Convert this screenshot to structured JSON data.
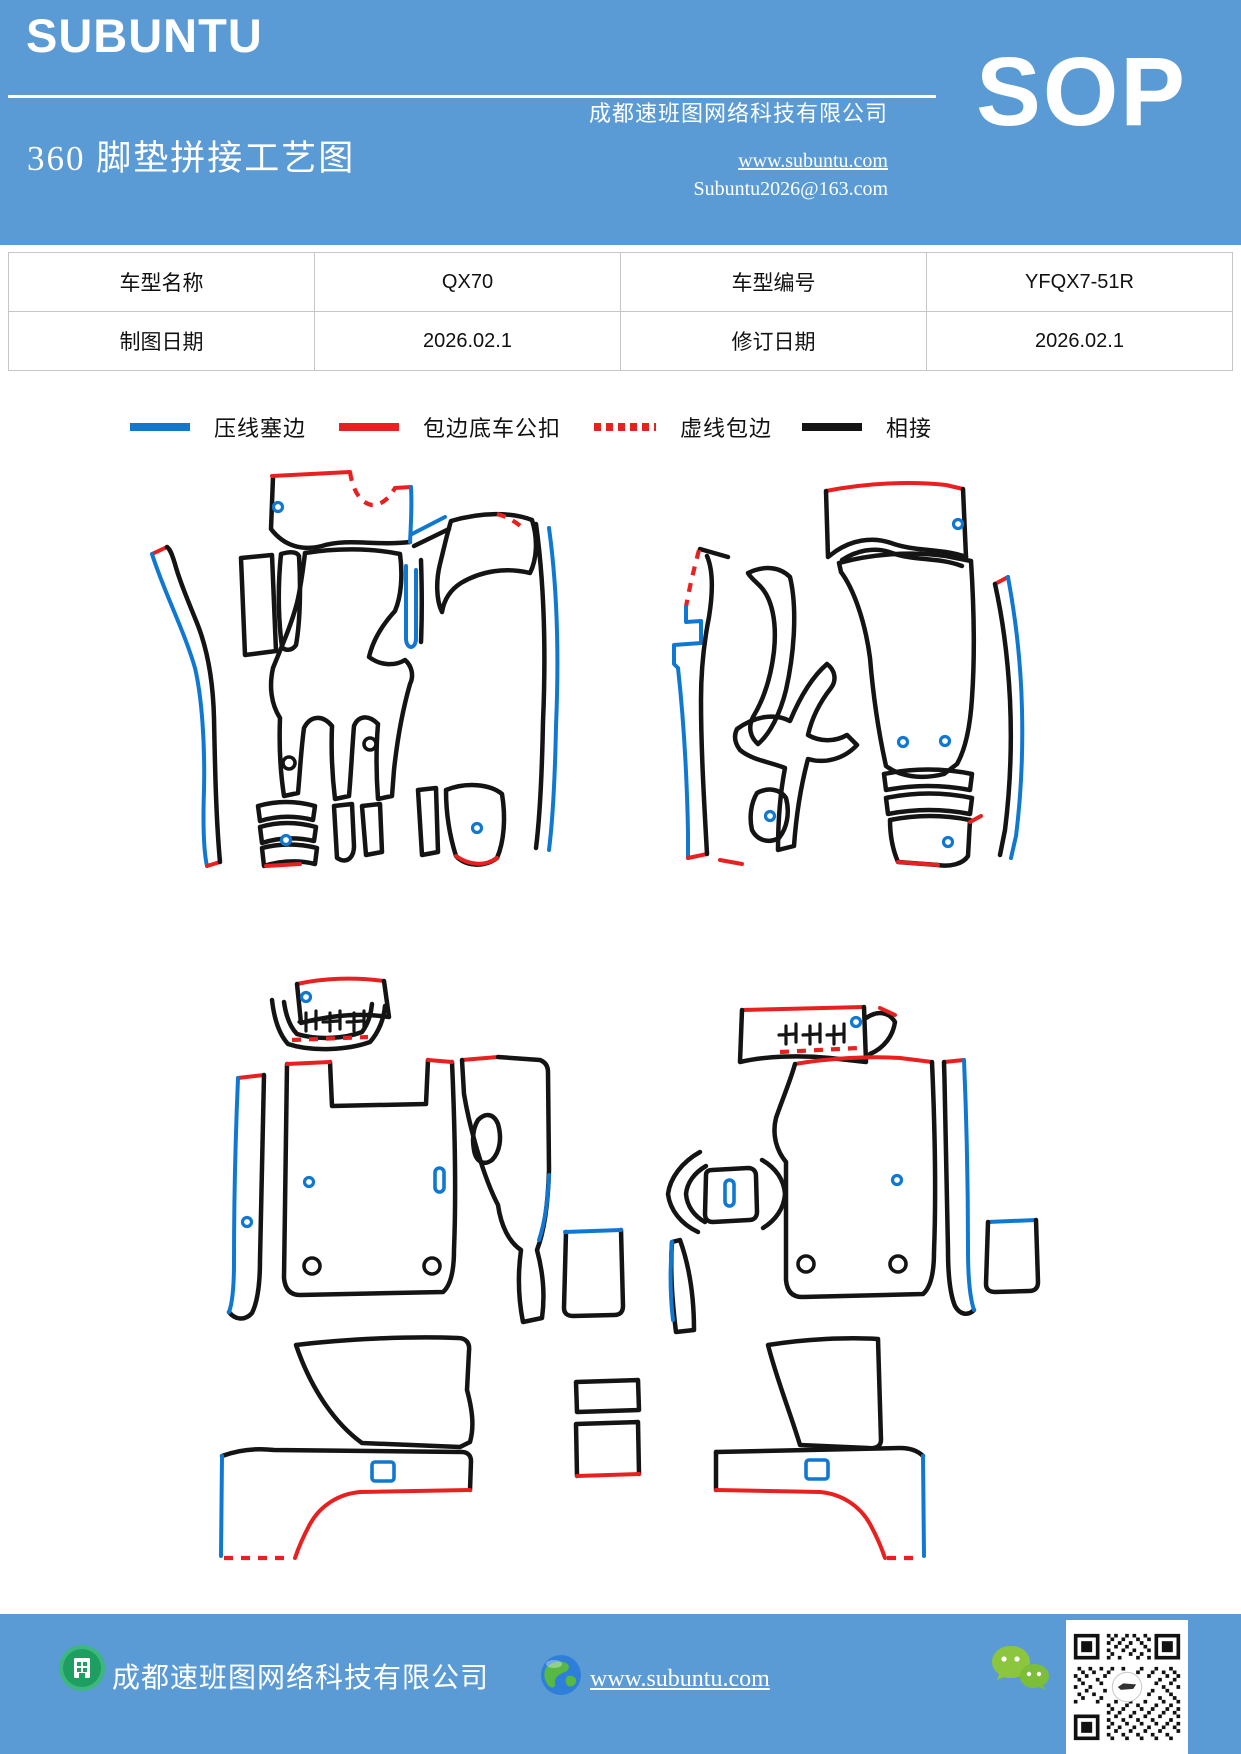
{
  "header": {
    "bg": "#5B9BD5",
    "logo": "SUBUNTU",
    "title": "360 脚垫拼接工艺图",
    "company": "成都速班图网络科技有限公司",
    "website": "www.subuntu.com",
    "email": "Subuntu2026@163.com",
    "badge": "SOP"
  },
  "info_table": {
    "rows": [
      [
        "车型名称",
        "QX70",
        "车型编号",
        "YFQX7-51R"
      ],
      [
        "制图日期",
        "2026.02.1",
        "修订日期",
        "2026.02.1"
      ]
    ]
  },
  "legend": {
    "items": [
      {
        "label": "压线塞边",
        "color": "#1178d2",
        "style": "solid"
      },
      {
        "label": "包边底车公扣",
        "color": "#e8201f",
        "style": "solid"
      },
      {
        "label": "虚线包边",
        "color": "#e8201f",
        "style": "dashed"
      },
      {
        "label": "相接",
        "color": "#141414",
        "style": "solid"
      }
    ]
  },
  "diagram": {
    "colors": {
      "outline_black": "#141414",
      "press_edge_blue": "#1178d2",
      "wrap_edge_red": "#e8201f"
    },
    "views": [
      "top-pattern-view",
      "bottom-pattern-view"
    ]
  },
  "footer": {
    "bg": "#5B9BD5",
    "company": "成都速班图网络科技有限公司",
    "website": "www.subuntu.com",
    "icons": [
      "company-building",
      "globe",
      "wechat",
      "qr-code"
    ]
  }
}
